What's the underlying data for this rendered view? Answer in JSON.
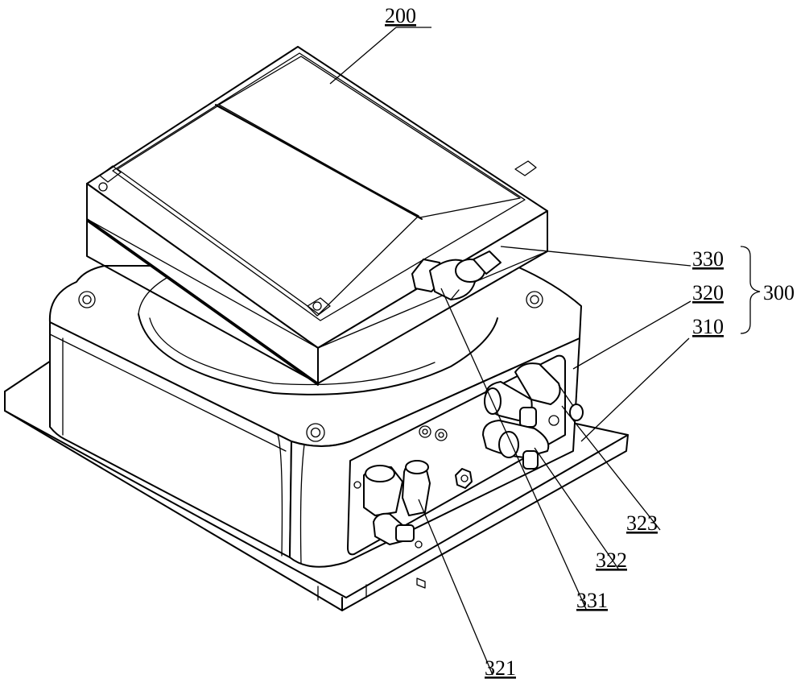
{
  "labels": {
    "l200": "200",
    "l330": "330",
    "l320": "320",
    "l310": "310",
    "l300": "300",
    "l323": "323",
    "l322": "322",
    "l331": "331",
    "l321": "321"
  }
}
